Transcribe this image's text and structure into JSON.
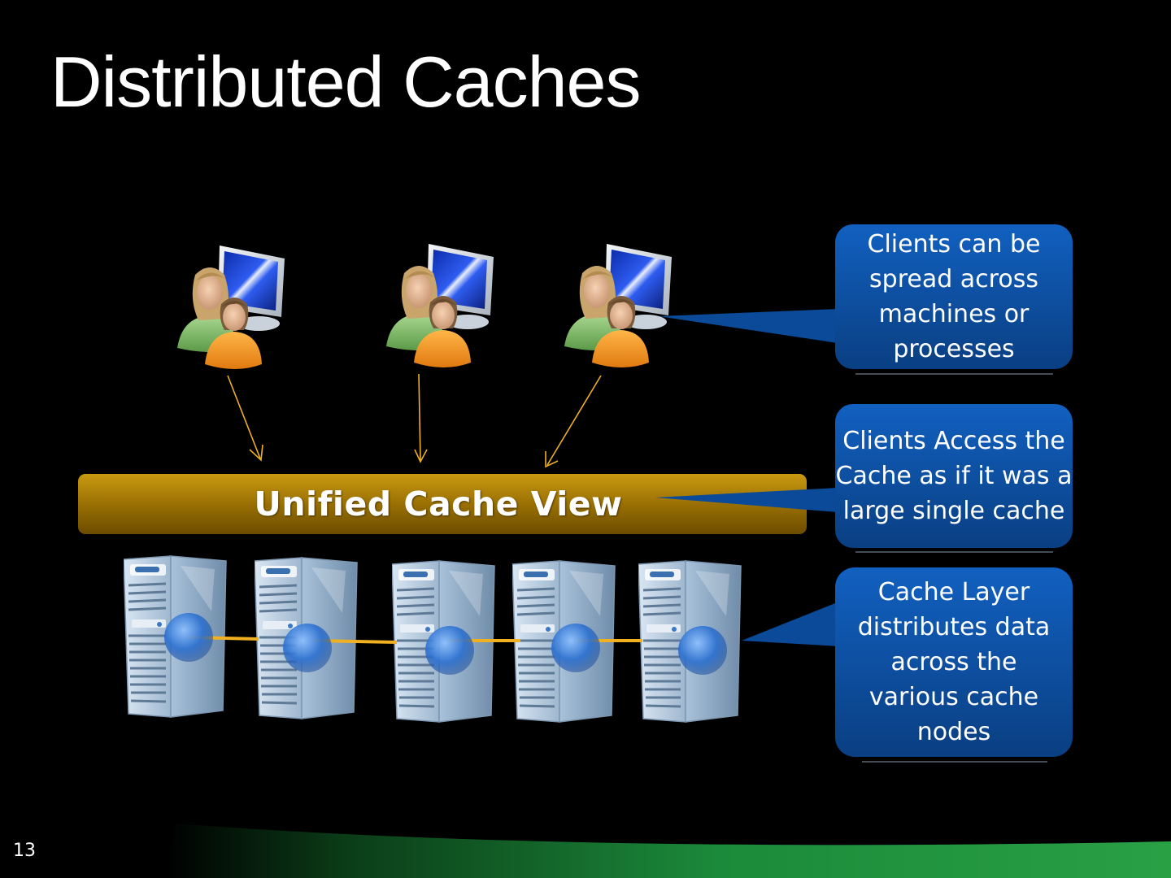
{
  "slide": {
    "title": "Distributed Caches",
    "number": "13"
  },
  "diagram": {
    "unified_label": "Unified Cache View",
    "callouts": [
      "Clients can be spread across machines or processes",
      "Clients Access the Cache as if it was a large single cache",
      "Cache Layer distributes data across the various cache nodes"
    ],
    "client_icon": "users-with-computer-icon",
    "server_icon": "server-tower-icon",
    "colors": {
      "background": "#000000",
      "unified_bar": "#a07a06",
      "callout": "#0a4f9e",
      "arrows": "#f0b020",
      "footer_green": "#1f8f3a"
    }
  }
}
